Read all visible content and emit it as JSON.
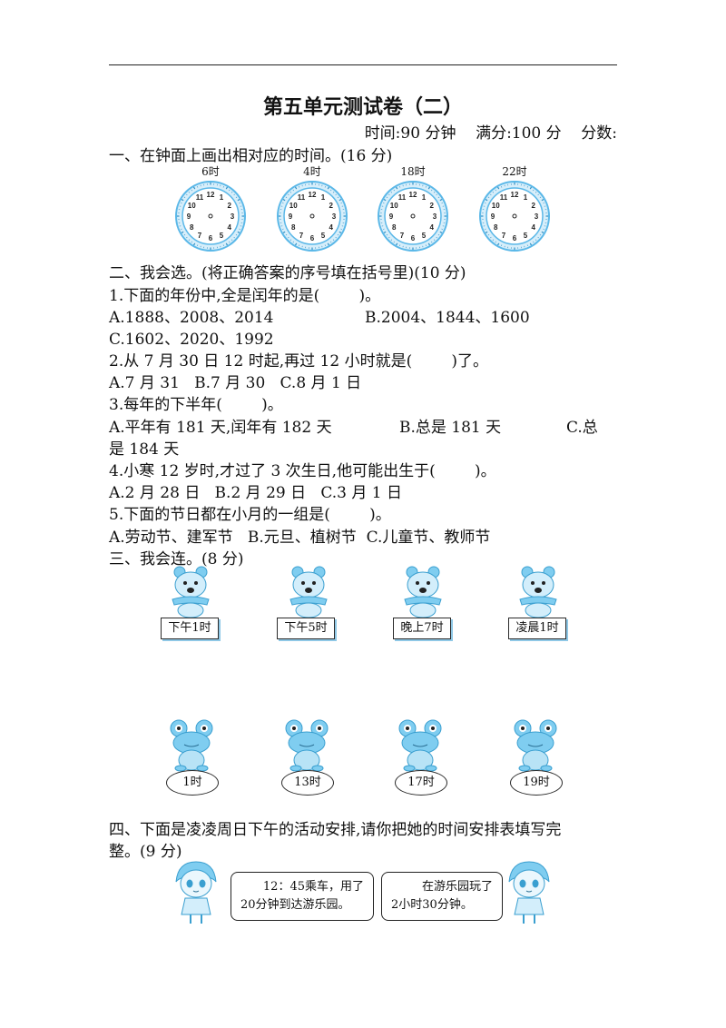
{
  "header": {
    "title": "第五单元测试卷（二）",
    "meta": "时间:90 分钟    满分:100 分    分数:"
  },
  "section1": {
    "heading": "一、在钟面上画出相对应的时间。(16 分)",
    "clocks": [
      {
        "label": "6时"
      },
      {
        "label": "4时"
      },
      {
        "label": "18时"
      },
      {
        "label": "22时"
      }
    ]
  },
  "section2": {
    "heading": "二、我会选。(将正确答案的序号填在括号里)(10 分)",
    "q1": "1.下面的年份中,全是闰年的是(        )。",
    "q1_a": "A.1888、2008、2014",
    "q1_b": "B.2004、1844、1600",
    "q1_c": "C.1602、2020、1992",
    "q2": "2.从 7 月 30 日 12 时起,再过 12 小时就是(        )了。",
    "q2_opts": "A.7 月 31   B.7 月 30   C.8 月 1 日",
    "q3": "3.每年的下半年(        )。",
    "q3_a": "A.平年有 181 天,闰年有 182 天",
    "q3_b": "B.总是 181 天",
    "q3_c1": "C.总",
    "q3_c2": "是 184 天",
    "q4": "4.小寒 12 岁时,才过了 3 次生日,他可能出生于(        )。",
    "q4_opts": "A.2 月 28 日   B.2 月 29 日   C.3 月 1 日",
    "q5": "5.下面的节日都在小月的一组是(        )。",
    "q5_opts": "A.劳动节、建军节   B.元旦、植树节  C.儿童节、教师节"
  },
  "section3": {
    "heading": "三、我会连。(8 分)",
    "top_labels": [
      "下午1时",
      "下午5时",
      "晚上7时",
      "凌晨1时"
    ],
    "bottom_labels": [
      "1时",
      "13时",
      "17时",
      "19时"
    ]
  },
  "section4": {
    "heading_line1": "四、下面是凌凌周日下午的活动安排,请你把她的时间安排表填写完",
    "heading_line2": "整。(9 分)",
    "bubble_left_1": "12：45乘车，用了",
    "bubble_left_2": "20分钟到达游乐园。",
    "bubble_right_1": "在游乐园玩了",
    "bubble_right_2": "2小时30分钟。"
  },
  "colors": {
    "clock_blue": "#5bb8e8",
    "clock_light": "#d7eefa",
    "figure_blue": "#7fcdf0"
  }
}
